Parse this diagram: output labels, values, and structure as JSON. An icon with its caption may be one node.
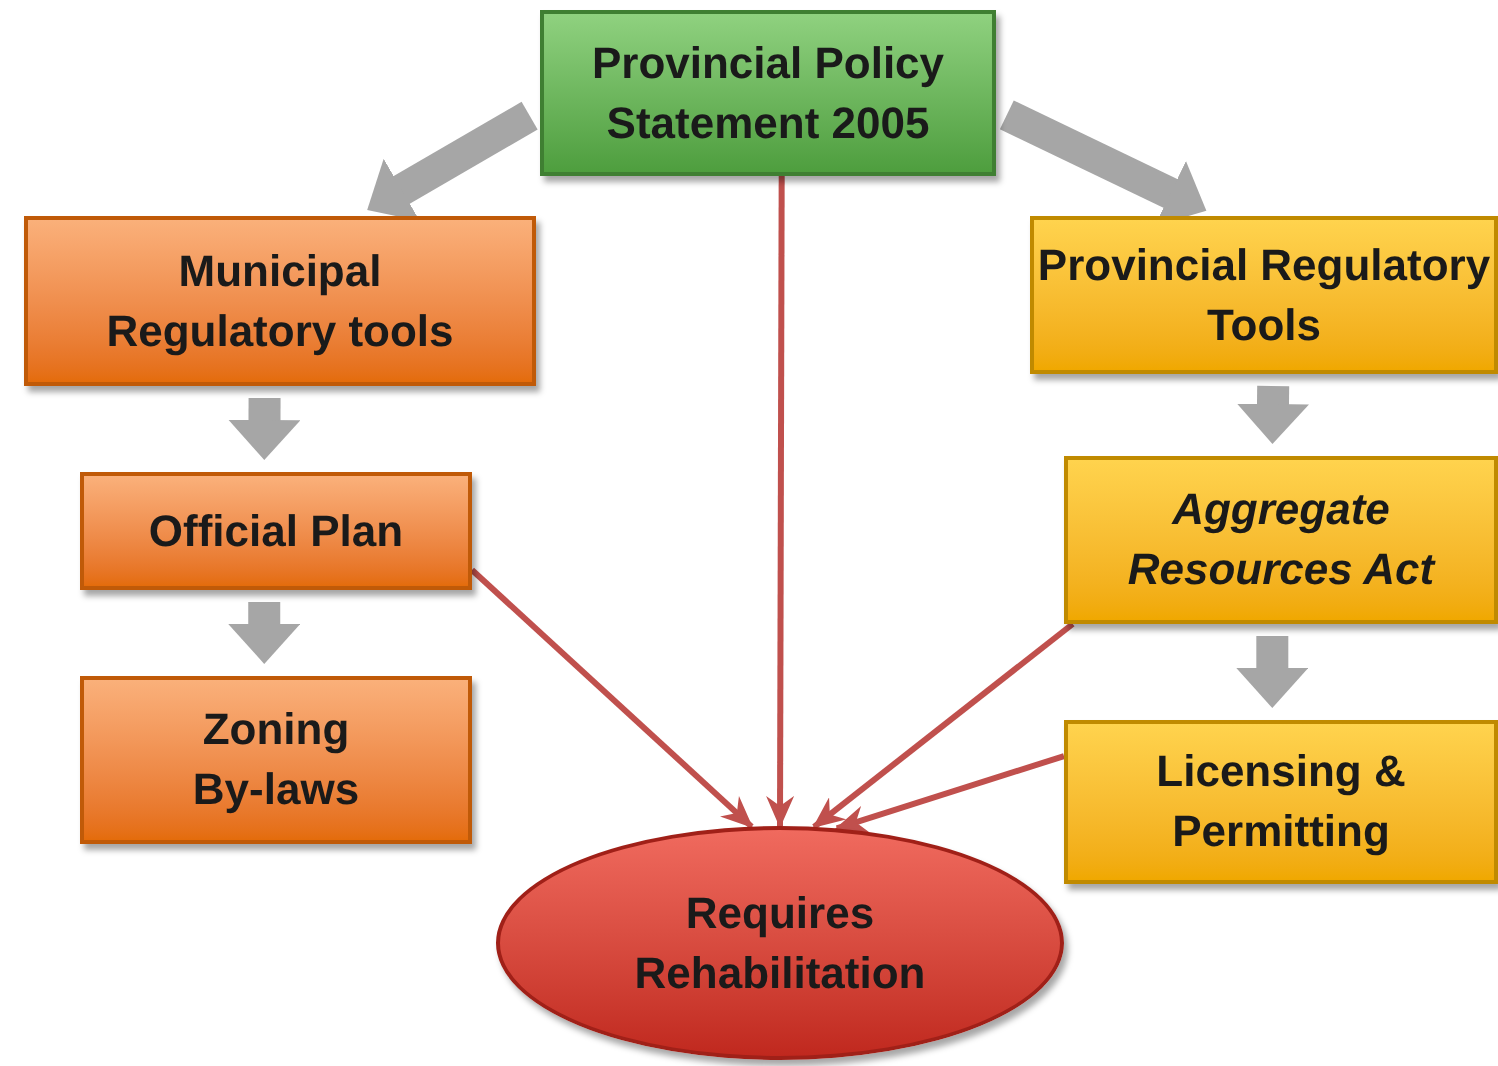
{
  "diagram": {
    "nodes": [
      {
        "text": [
          "Provincial Policy Statement 2005"
        ]
      },
      {
        "text": [
          "Municipal Regulatory tools"
        ]
      },
      {
        "text": [
          "Official Plan"
        ]
      },
      {
        "text": [
          "Zoning By-laws"
        ]
      },
      {
        "text": [
          "Provincial Regulatory Tools"
        ]
      },
      {
        "text": [
          "Aggregate Resources Act"
        ]
      },
      {
        "text": [
          "Licensing & Permitting"
        ]
      },
      {
        "text": [
          "Requires Rehabilitation"
        ]
      }
    ],
    "edges": [
      {
        "from": 0,
        "to": 1,
        "arrow": "to"
      },
      {
        "from": 0,
        "to": 4,
        "arrow": "to"
      },
      {
        "from": 1,
        "to": 2,
        "arrow": "to"
      },
      {
        "from": 2,
        "to": 3,
        "arrow": "to"
      },
      {
        "from": 4,
        "to": 5,
        "arrow": "to"
      },
      {
        "from": 5,
        "to": 6,
        "arrow": "to"
      },
      {
        "from": 0,
        "to": 7,
        "arrow": "to",
        "color": "#c0504d"
      },
      {
        "from": 2,
        "to": 7,
        "arrow": "to",
        "color": "#c0504d"
      },
      {
        "from": 5,
        "to": 7,
        "arrow": "to",
        "color": "#c0504d"
      },
      {
        "from": 6,
        "to": 7,
        "arrow": "to",
        "color": "#c0504d"
      }
    ]
  }
}
